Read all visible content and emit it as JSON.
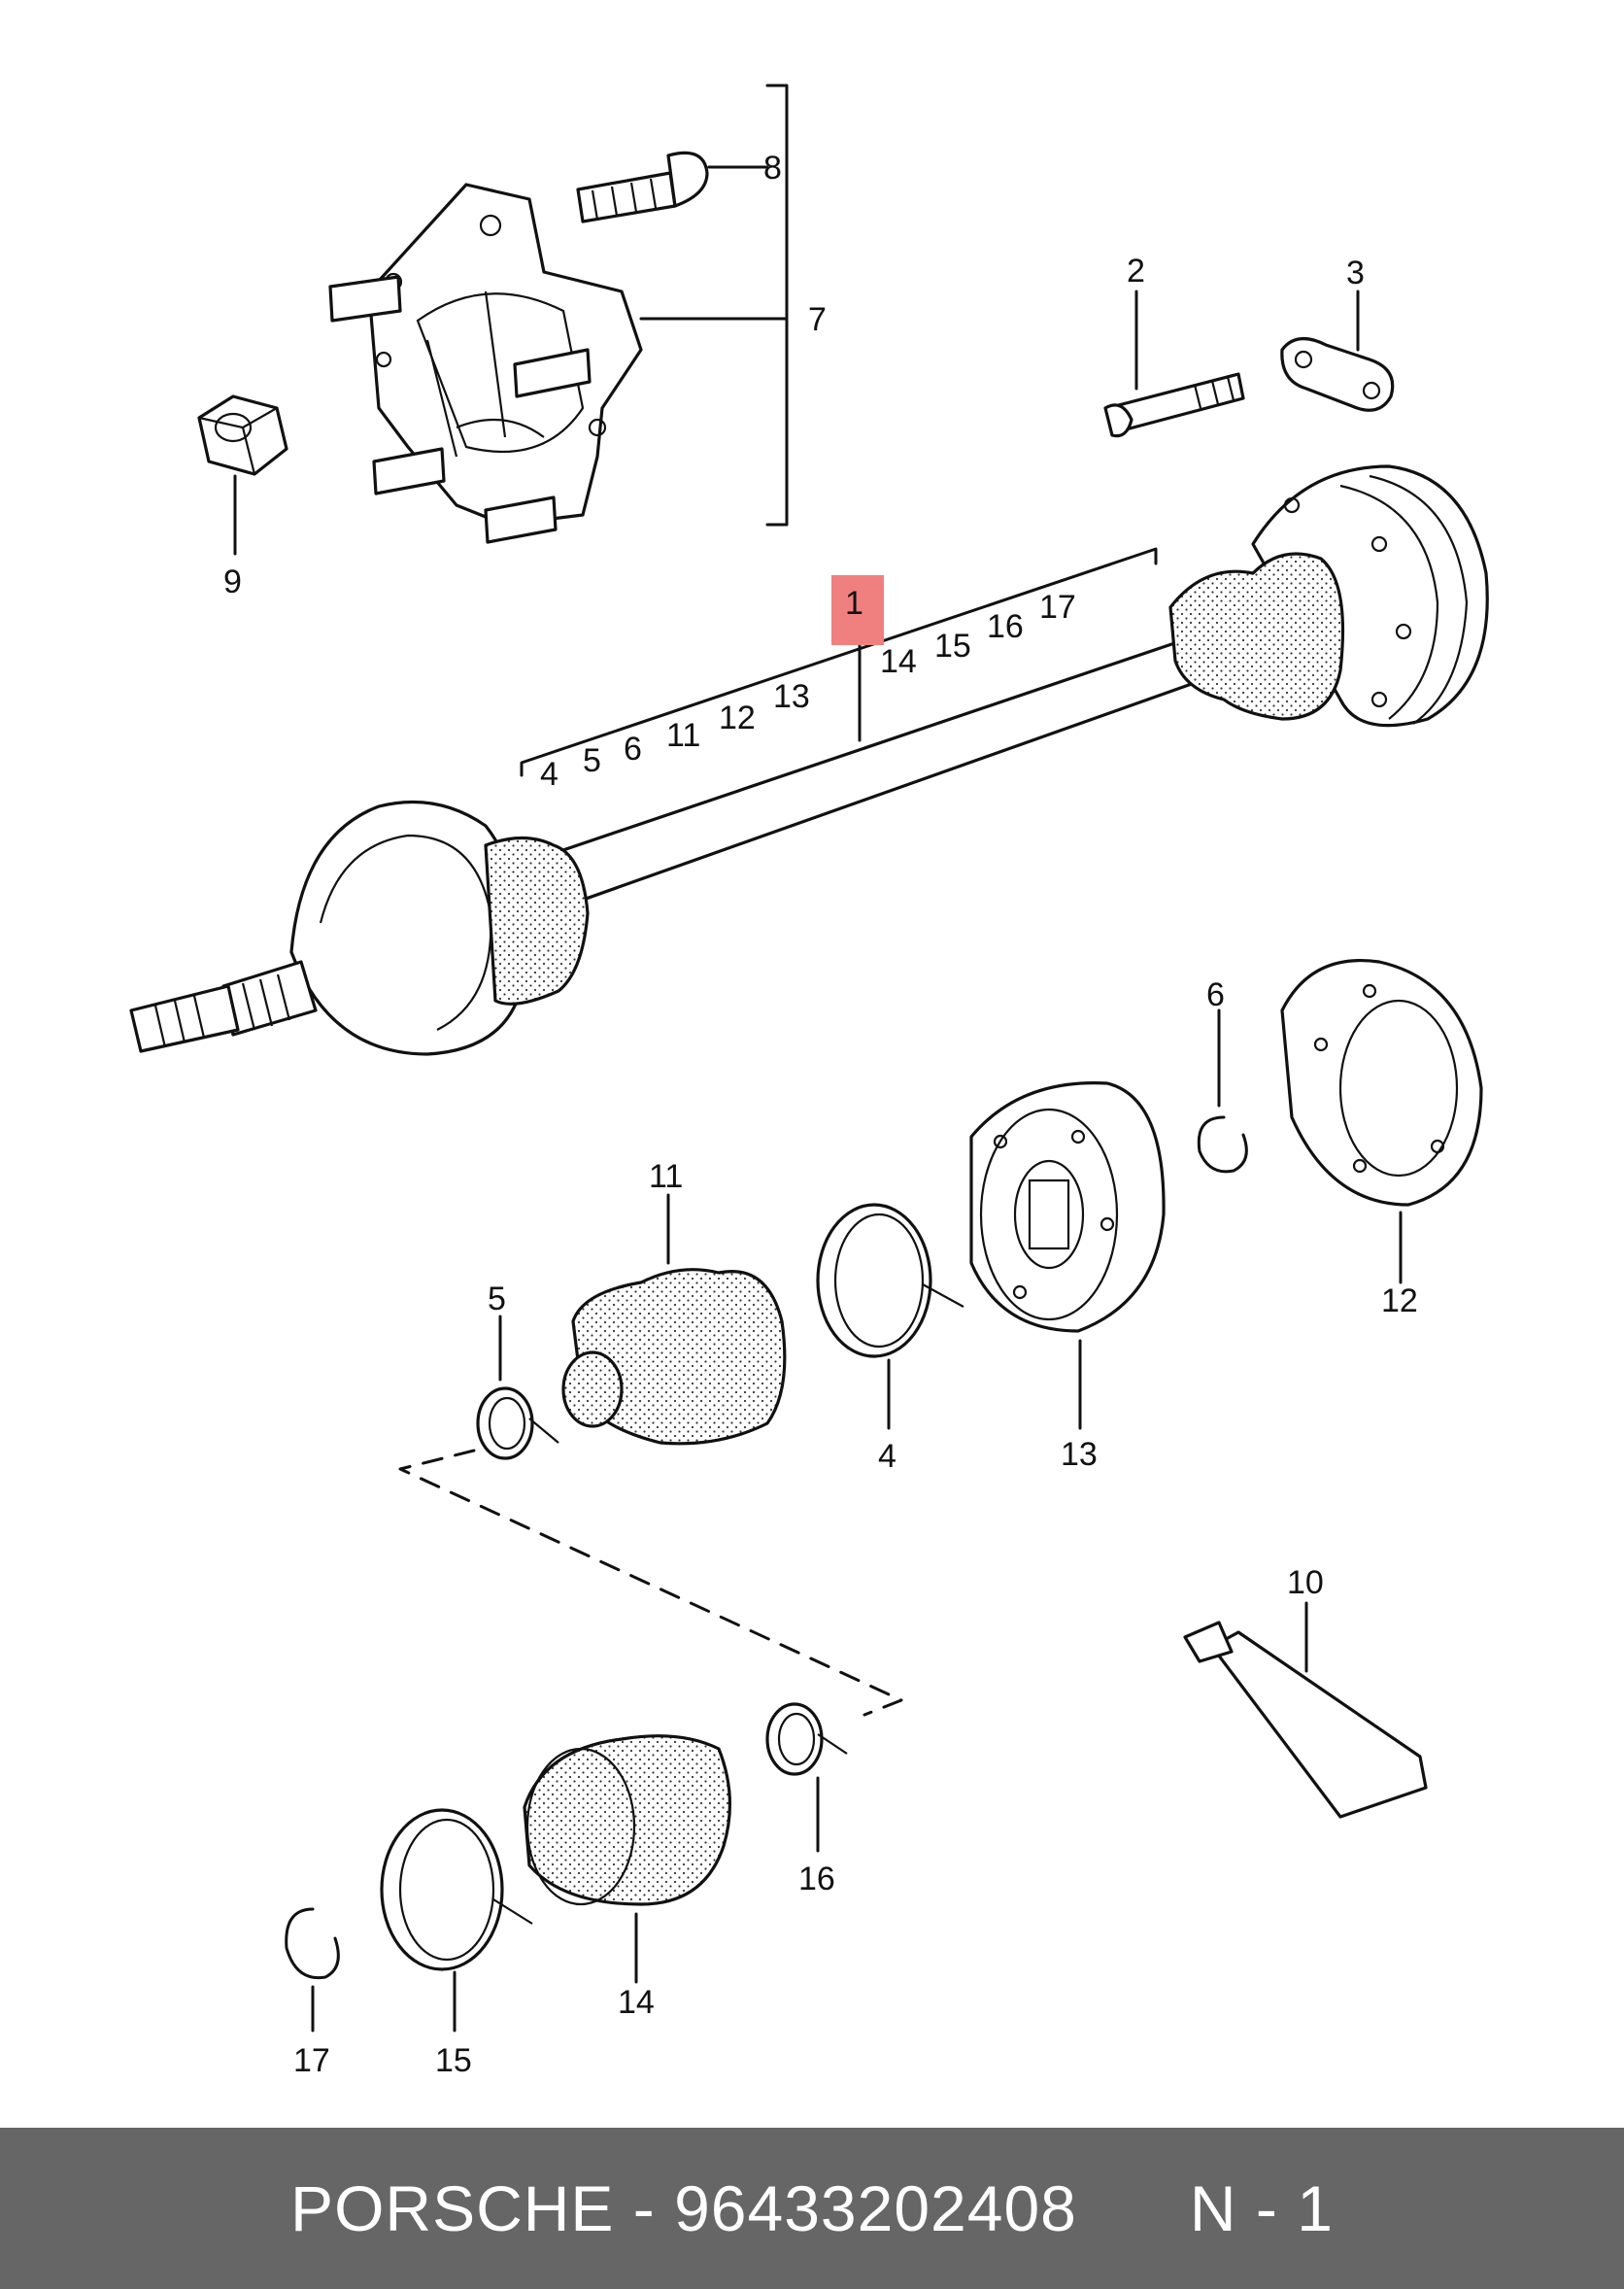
{
  "diagram": {
    "highlight_color": "#f08080",
    "callouts": [
      {
        "label": "1"
      },
      {
        "label": "2"
      },
      {
        "label": "3"
      },
      {
        "label": "4"
      },
      {
        "label": "5"
      },
      {
        "label": "6"
      },
      {
        "label": "7"
      },
      {
        "label": "8"
      },
      {
        "label": "9"
      },
      {
        "label": "10"
      },
      {
        "label": "11"
      },
      {
        "label": "12"
      },
      {
        "label": "13"
      },
      {
        "label": "14"
      },
      {
        "label": "15"
      },
      {
        "label": "16"
      },
      {
        "label": "17"
      }
    ],
    "bracket_labels": [
      "4",
      "5",
      "6",
      "11",
      "12",
      "13",
      "14",
      "15",
      "16",
      "17"
    ]
  },
  "footer": {
    "brand": "PORSCHE",
    "separator": " - ",
    "part_number": "96433202408",
    "page_ref": "N - 1"
  }
}
